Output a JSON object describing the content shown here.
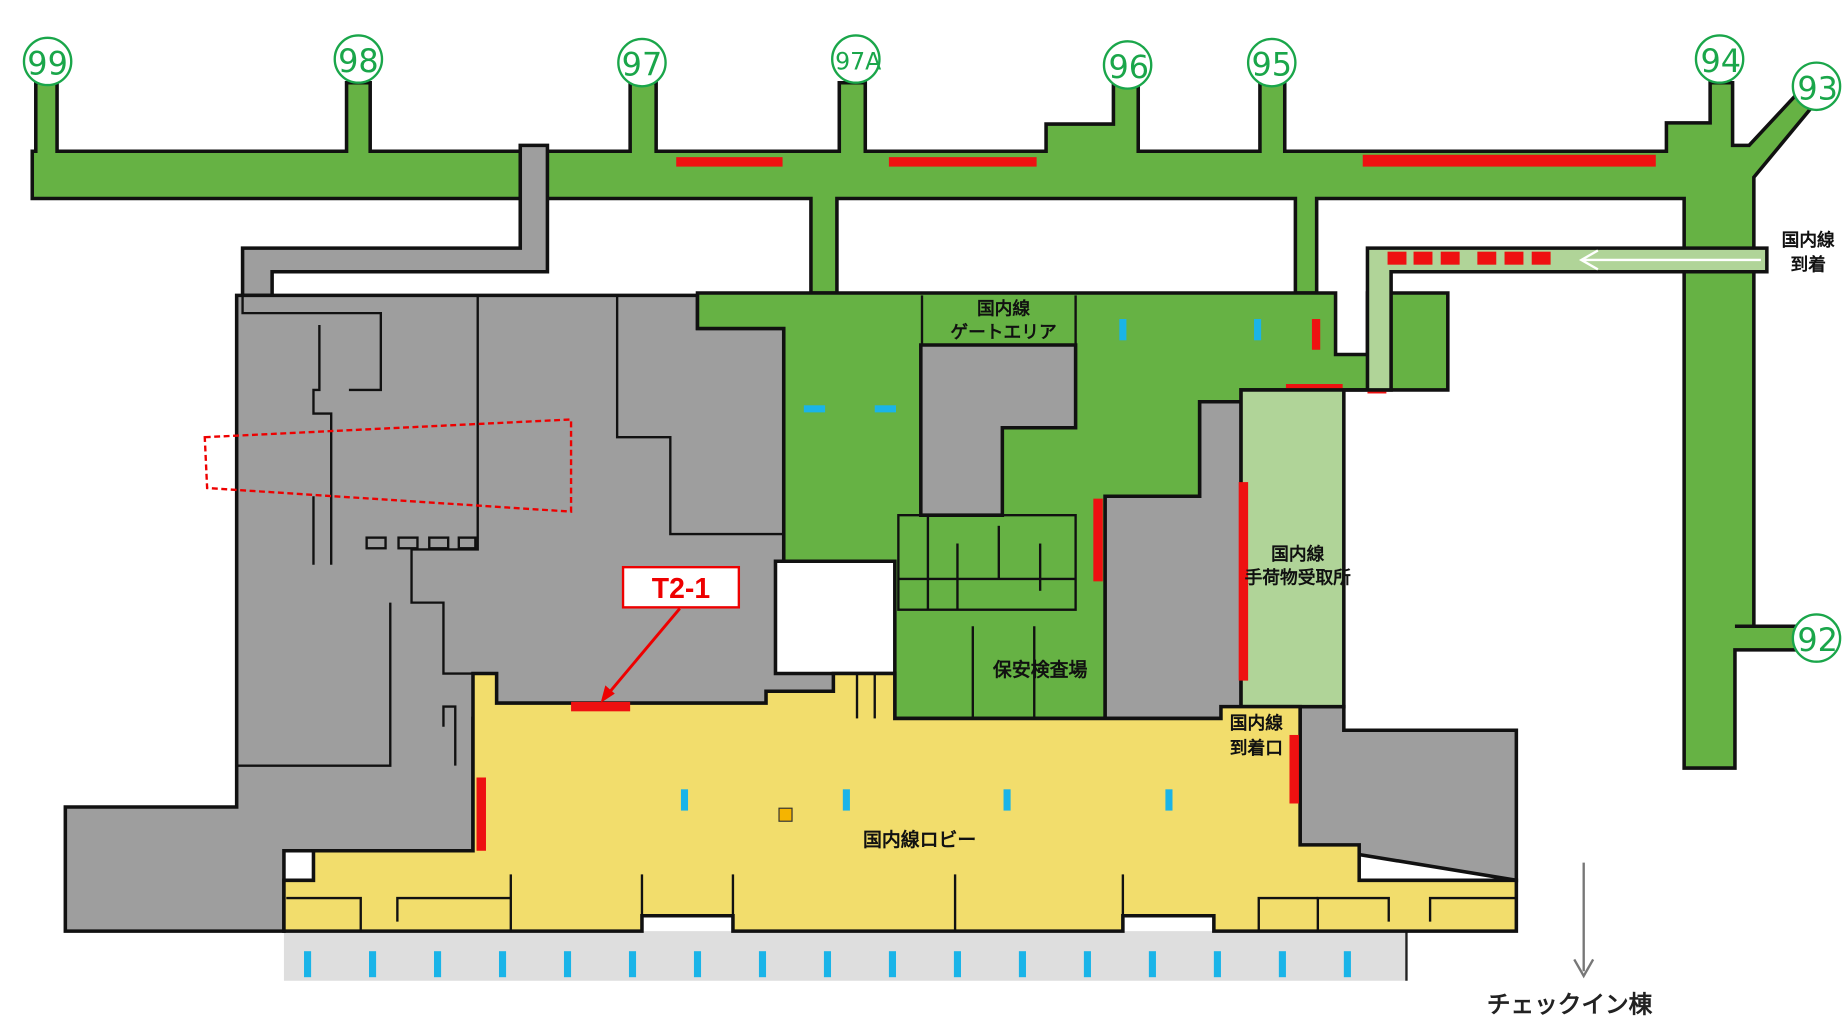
{
  "gates": [
    {
      "label": "99"
    },
    {
      "label": "98"
    },
    {
      "label": "97"
    },
    {
      "label": "97A"
    },
    {
      "label": "96"
    },
    {
      "label": "95"
    },
    {
      "label": "94"
    },
    {
      "label": "93"
    },
    {
      "label": "92"
    }
  ],
  "areas": {
    "domestic_arrival_line1": "国内線",
    "domestic_arrival_line2": "到着",
    "gate_area_line1": "国内線",
    "gate_area_line2": "ゲートエリア",
    "baggage_claim_line1": "国内線",
    "baggage_claim_line2": "手荷物受取所",
    "security": "保安検査場",
    "arrival_exit_line1": "国内線",
    "arrival_exit_line2": "到着口",
    "lobby": "国内線ロビー",
    "checkin": "チェックイン棟"
  },
  "marker": {
    "label": "T2-1"
  },
  "colors": {
    "airside": "#66b244",
    "arrival_path": "#b0d498",
    "building": "#9e9e9e",
    "lobby": "#f2dd6c",
    "curb": "#dedede",
    "highlight": "#ee1111",
    "cyan": "#1ab4e8",
    "gate_ring": "#1aa64a"
  }
}
